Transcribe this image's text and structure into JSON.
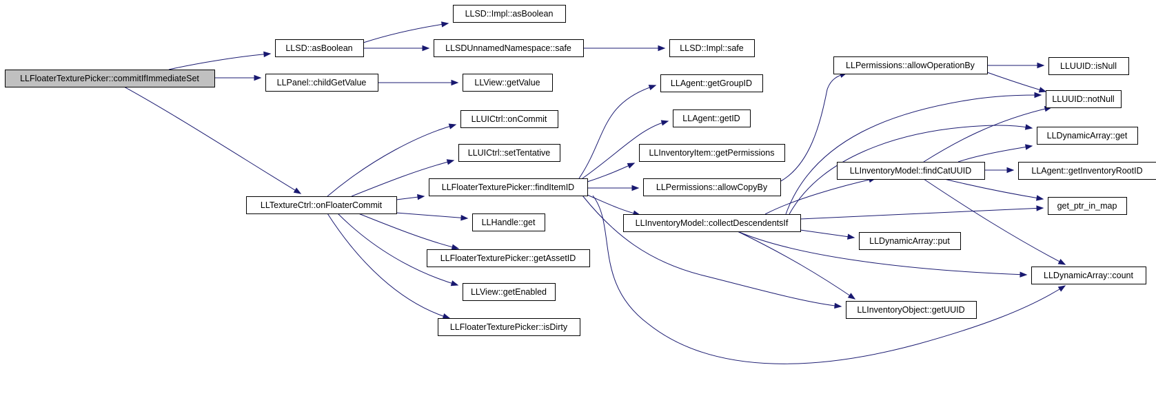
{
  "graph": {
    "nodes": [
      {
        "id": "commit",
        "label": "LLFloaterTexturePicker::commitIfImmediateSet",
        "root": true
      },
      {
        "id": "asBoolean",
        "label": "LLSD::asBoolean"
      },
      {
        "id": "impl_asBoolean",
        "label": "LLSD::Impl::asBoolean"
      },
      {
        "id": "unnamed_safe",
        "label": "LLSDUnnamedNamespace::safe"
      },
      {
        "id": "impl_safe",
        "label": "LLSD::Impl::safe"
      },
      {
        "id": "childGetValue",
        "label": "LLPanel::childGetValue"
      },
      {
        "id": "view_getValue",
        "label": "LLView::getValue"
      },
      {
        "id": "onFloaterCommit",
        "label": "LLTextureCtrl::onFloaterCommit"
      },
      {
        "id": "onCommit",
        "label": "LLUICtrl::onCommit"
      },
      {
        "id": "setTentative",
        "label": "LLUICtrl::setTentative"
      },
      {
        "id": "findItemID",
        "label": "LLFloaterTexturePicker::findItemID"
      },
      {
        "id": "handle_get",
        "label": "LLHandle::get"
      },
      {
        "id": "getAssetID",
        "label": "LLFloaterTexturePicker::getAssetID"
      },
      {
        "id": "getEnabled",
        "label": "LLView::getEnabled"
      },
      {
        "id": "isDirty",
        "label": "LLFloaterTexturePicker::isDirty"
      },
      {
        "id": "getGroupID",
        "label": "LLAgent::getGroupID"
      },
      {
        "id": "getID",
        "label": "LLAgent::getID"
      },
      {
        "id": "getPermissions",
        "label": "LLInventoryItem::getPermissions"
      },
      {
        "id": "allowCopyBy",
        "label": "LLPermissions::allowCopyBy"
      },
      {
        "id": "collectDescendentsIf",
        "label": "LLInventoryModel::collectDescendentsIf"
      },
      {
        "id": "allowOperationBy",
        "label": "LLPermissions::allowOperationBy"
      },
      {
        "id": "findCatUUID",
        "label": "LLInventoryModel::findCatUUID"
      },
      {
        "id": "isNull",
        "label": "LLUUID::isNull"
      },
      {
        "id": "notNull",
        "label": "LLUUID::notNull"
      },
      {
        "id": "da_get",
        "label": "LLDynamicArray::get"
      },
      {
        "id": "getInventoryRootID",
        "label": "LLAgent::getInventoryRootID"
      },
      {
        "id": "get_ptr_in_map",
        "label": "get_ptr_in_map"
      },
      {
        "id": "da_put",
        "label": "LLDynamicArray::put"
      },
      {
        "id": "da_count",
        "label": "LLDynamicArray::count"
      },
      {
        "id": "getUUID",
        "label": "LLInventoryObject::getUUID"
      }
    ],
    "edges": [
      [
        "commit",
        "asBoolean"
      ],
      [
        "commit",
        "childGetValue"
      ],
      [
        "commit",
        "onFloaterCommit"
      ],
      [
        "asBoolean",
        "impl_asBoolean"
      ],
      [
        "asBoolean",
        "unnamed_safe"
      ],
      [
        "unnamed_safe",
        "impl_safe"
      ],
      [
        "childGetValue",
        "view_getValue"
      ],
      [
        "onFloaterCommit",
        "onCommit"
      ],
      [
        "onFloaterCommit",
        "setTentative"
      ],
      [
        "onFloaterCommit",
        "findItemID"
      ],
      [
        "onFloaterCommit",
        "handle_get"
      ],
      [
        "onFloaterCommit",
        "getAssetID"
      ],
      [
        "onFloaterCommit",
        "getEnabled"
      ],
      [
        "onFloaterCommit",
        "isDirty"
      ],
      [
        "findItemID",
        "getGroupID"
      ],
      [
        "findItemID",
        "getID"
      ],
      [
        "findItemID",
        "getPermissions"
      ],
      [
        "findItemID",
        "allowCopyBy"
      ],
      [
        "findItemID",
        "collectDescendentsIf"
      ],
      [
        "findItemID",
        "getUUID"
      ],
      [
        "findItemID",
        "da_count"
      ],
      [
        "allowCopyBy",
        "allowOperationBy"
      ],
      [
        "allowOperationBy",
        "isNull"
      ],
      [
        "allowOperationBy",
        "notNull"
      ],
      [
        "collectDescendentsIf",
        "notNull"
      ],
      [
        "collectDescendentsIf",
        "da_get"
      ],
      [
        "collectDescendentsIf",
        "findCatUUID"
      ],
      [
        "collectDescendentsIf",
        "get_ptr_in_map"
      ],
      [
        "collectDescendentsIf",
        "da_put"
      ],
      [
        "collectDescendentsIf",
        "da_count"
      ],
      [
        "collectDescendentsIf",
        "getUUID"
      ],
      [
        "findCatUUID",
        "notNull"
      ],
      [
        "findCatUUID",
        "da_get"
      ],
      [
        "findCatUUID",
        "getInventoryRootID"
      ],
      [
        "findCatUUID",
        "get_ptr_in_map"
      ],
      [
        "findCatUUID",
        "da_count"
      ]
    ]
  }
}
